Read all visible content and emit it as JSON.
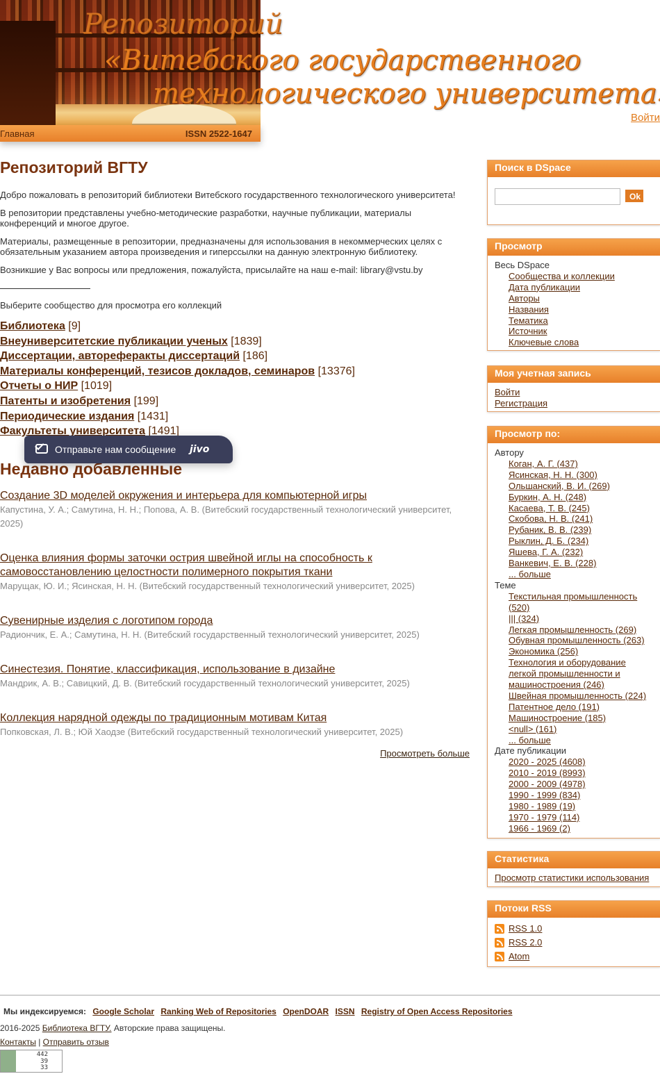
{
  "header": {
    "title_line1": "Репозиторий",
    "title_line2": "«Витебского государственного",
    "title_line3": "технологического университета»",
    "home_link": "Главная",
    "issn": "ISSN 2522-1647",
    "login_link": "Войти"
  },
  "main": {
    "heading": "Репозиторий ВГТУ",
    "intro": [
      "Добро пожаловать в репозиторий библиотеки Витебского государственного технологического университета!",
      "В репозитории представлены учебно-методические разработки, научные публикации, материалы конференций и многое другое.",
      "Материалы, размещенные в репозитории, предназначены для использования в некоммерческих целях с обязательным указанием автора произведения и гиперссылки на данную электронную библиотеку.",
      "Возникшие у Вас вопросы или предложения, пожалуйста, присылайте на наш e-mail: library@vstu.by"
    ],
    "choose_text": "Выберите сообщество для просмотра его коллекций",
    "communities": [
      {
        "name": "Библиотека",
        "count": "[9]"
      },
      {
        "name": "Внеуниверситетские публикации ученых",
        "count": "[1839]"
      },
      {
        "name": "Диссертации, автореферакты диссертаций",
        "count": "[186]"
      },
      {
        "name": "Материалы конференций, тезисов докладов, семинаров",
        "count": "[13376]"
      },
      {
        "name": "Отчеты о НИР",
        "count": "[1019]"
      },
      {
        "name": "Патенты и изобретения",
        "count": "[199]"
      },
      {
        "name": "Периодические издания",
        "count": "[1431]"
      },
      {
        "name": "Факультеты университета",
        "count": "[1491]"
      }
    ],
    "recent_heading": "Недавно добавленные",
    "recent": [
      {
        "title": "Создание 3D моделей окружения и интерьера для компьютерной игры",
        "meta": "Капустина, У. А.; Самутина, Н. Н.; Попова, А. В. (Витебский государственный технологический университет, 2025)"
      },
      {
        "title": "Оценка влияния формы заточки острия швейной иглы на способность к самовосстановлению целостности полимерного покрытия ткани",
        "meta": "Марущак, Ю. И.; Ясинская, Н. Н. (Витебский государственный технологический университет, 2025)"
      },
      {
        "title": "Сувенирные изделия с логотипом города",
        "meta": "Радиончик, Е. А.; Самутина, Н. Н. (Витебский государственный технологический университет, 2025)"
      },
      {
        "title": "Синестезия. Понятие, классификация, использование в дизайне",
        "meta": "Мандрик, А. В.; Савицкий, Д. В. (Витебский государственный технологический университет, 2025)"
      },
      {
        "title": "Коллекция нарядной одежды по традиционным мотивам Китая",
        "meta": "Попковская, Л. В.; Юй Хаодзе (Витебский государственный технологический университет, 2025)"
      }
    ],
    "view_more": "Просмотреть больше"
  },
  "chat_widget": {
    "label": "Отправьте нам сообщение",
    "brand": "jivo"
  },
  "sidebar": {
    "search": {
      "title": "Поиск в DSpace",
      "button": "Ok"
    },
    "browse": {
      "title": "Просмотр",
      "all": "Весь DSpace",
      "items": [
        "Сообщества и коллекции",
        "Дата публикации",
        "Авторы",
        "Названия",
        "Тематика",
        "Источник",
        "Ключевые слова"
      ]
    },
    "account": {
      "title": "Моя учетная запись",
      "items": [
        "Войти",
        "Регистрация"
      ]
    },
    "browse_by": {
      "title": "Просмотр по:",
      "author_label": "Автору",
      "authors": [
        "Коган, А. Г. (437)",
        "Ясинская, Н. Н. (300)",
        "Ольшанский, В. И. (269)",
        "Буркин, А. Н. (248)",
        "Касаева, Т. В. (245)",
        "Скобова, Н. В. (241)",
        "Рубаник, В. В. (239)",
        "Рыклин, Д. Б. (234)",
        "Яшева, Г. А. (232)",
        "Ванкевич, Е. В. (228)",
        "... больше"
      ],
      "subject_label": "Теме",
      "subjects": [
        "Текстильная промышленность (520)",
        "||| (324)",
        "Легкая промышленность (269)",
        "Обувная промышленность (263)",
        "Экономика (256)",
        "Технология и оборудование легкой промышленности и машиностроения (246)",
        "Швейная промышленность (224)",
        "Патентное дело (191)",
        "Машиностроение (185)",
        "<null> (161)",
        "... больше"
      ],
      "date_label": "Дате публикации",
      "dates": [
        "2020 - 2025 (4608)",
        "2010 - 2019 (8993)",
        "2000 - 2009 (4978)",
        "1990 - 1999 (834)",
        "1980 - 1989 (19)",
        "1970 - 1979 (114)",
        "1966 - 1969 (2)"
      ]
    },
    "stats": {
      "title": "Статистика",
      "link": "Просмотр статистики использования"
    },
    "rss": {
      "title": "Потоки RSS",
      "items": [
        "RSS 1.0",
        "RSS 2.0",
        "Atom"
      ]
    }
  },
  "footer": {
    "indexed_label": "Мы индексируемся:",
    "indexers": [
      "Google Scholar",
      "Ranking Web of Repositories",
      "OpenDOAR",
      "ISSN",
      "Registry of Open Access Repositories"
    ],
    "copyright_prefix": "2016-2025",
    "copyright_link": "Библиотека ВГТУ.",
    "copyright_suffix": "Авторские права защищены.",
    "contacts": "Контакты",
    "separator": "|",
    "feedback": "Отправить отзыв",
    "counter": [
      "442",
      "39",
      "33"
    ]
  }
}
